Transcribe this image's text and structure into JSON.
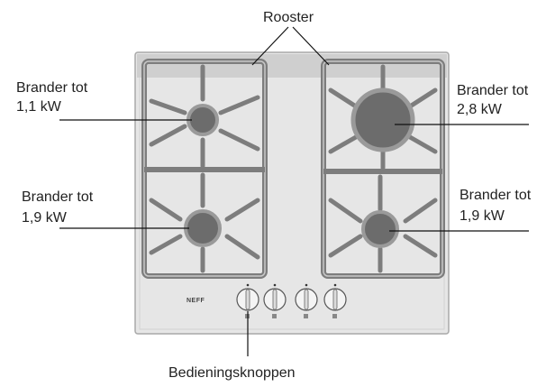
{
  "labels": {
    "rooster": "Rooster",
    "burner_top_left": [
      "Brander tot",
      "1,1 kW"
    ],
    "burner_bottom_left": [
      "Brander tot",
      "1,9 kW"
    ],
    "burner_top_right": [
      "Brander tot",
      "2,8 kW"
    ],
    "burner_bottom_right": [
      "Brander tot",
      "1,9 kW"
    ],
    "controls": "Bedieningsknoppen"
  },
  "brand_logo": "NEFF",
  "colors": {
    "panel": "#e6e6e6",
    "panel_border": "#a8a8a8",
    "top_strip": "#cfcfcf",
    "grate": "#7d7d7d",
    "grate_inner": "#c8c8c8",
    "burner": "#6c6c6c",
    "burner_ring": "#9a9a9a",
    "knob": "#f4f4f4",
    "line": "#111111"
  }
}
